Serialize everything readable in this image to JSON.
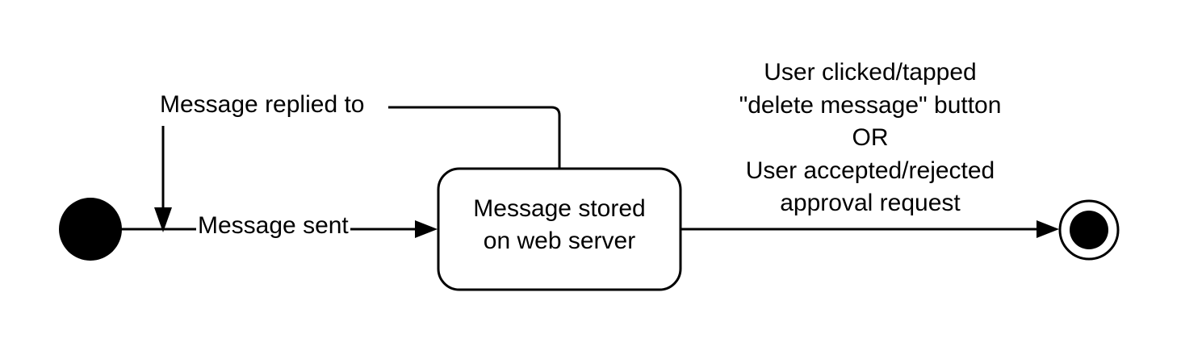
{
  "colors": {
    "stroke": "#000000",
    "fill": "#000000",
    "background": "#ffffff"
  },
  "nodes": {
    "initial": {
      "kind": "initial-pseudostate"
    },
    "stored": {
      "kind": "state",
      "lines": [
        "Message stored",
        "on web server"
      ]
    },
    "final": {
      "kind": "final-state"
    }
  },
  "transitions": {
    "sent": {
      "label": "Message sent"
    },
    "replied": {
      "label": "Message replied to"
    },
    "exit": {
      "lines": [
        "User clicked/tapped",
        "\"delete message\" button",
        "OR",
        "User accepted/rejected",
        "approval request"
      ]
    }
  }
}
